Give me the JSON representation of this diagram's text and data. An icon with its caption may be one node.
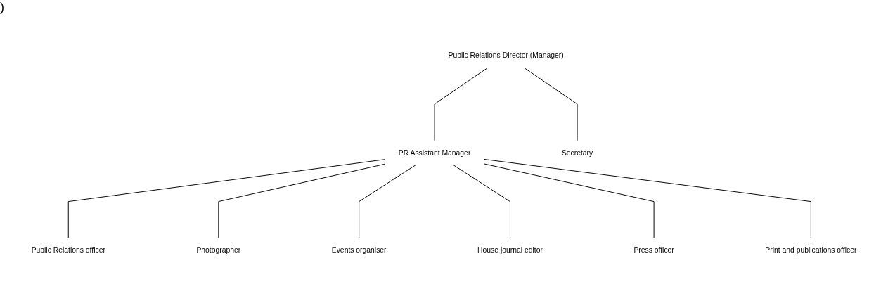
{
  "diagram": {
    "nodes": [
      {
        "text": [
          "Public Relations Director (Manager)"
        ]
      },
      {
        "text": [
          "Secretary"
        ]
      },
      {
        "text": [
          "PR Assistant Manager"
        ]
      },
      {
        "text": [
          "Public Relations officer"
        ]
      },
      {
        "text": [
          "Photographer"
        ]
      },
      {
        "text": [
          "Events organiser"
        ]
      },
      {
        "text": [
          "House journal editor"
        ]
      },
      {
        "text": [
          "Press officer"
        ]
      },
      {
        "text": [
          "Print and publications officer"
        ]
      }
    ],
    "edges": [
      {
        "from": 0,
        "to": 1,
        "arrow": "none"
      },
      {
        "from": 0,
        "to": 2,
        "arrow": "none"
      },
      {
        "from": 2,
        "to": 3,
        "arrow": "none"
      },
      {
        "from": 2,
        "to": 4,
        "arrow": "none"
      },
      {
        "from": 2,
        "to": 5,
        "arrow": "none"
      },
      {
        "from": 2,
        "to": 6,
        "arrow": "none"
      },
      {
        "from": 2,
        "to": 7,
        "arrow": "none"
      },
      {
        "from": 2,
        "to": 8,
        "arrow": "none"
      }
    ],
    "labels": [
      ")"
    ]
  }
}
